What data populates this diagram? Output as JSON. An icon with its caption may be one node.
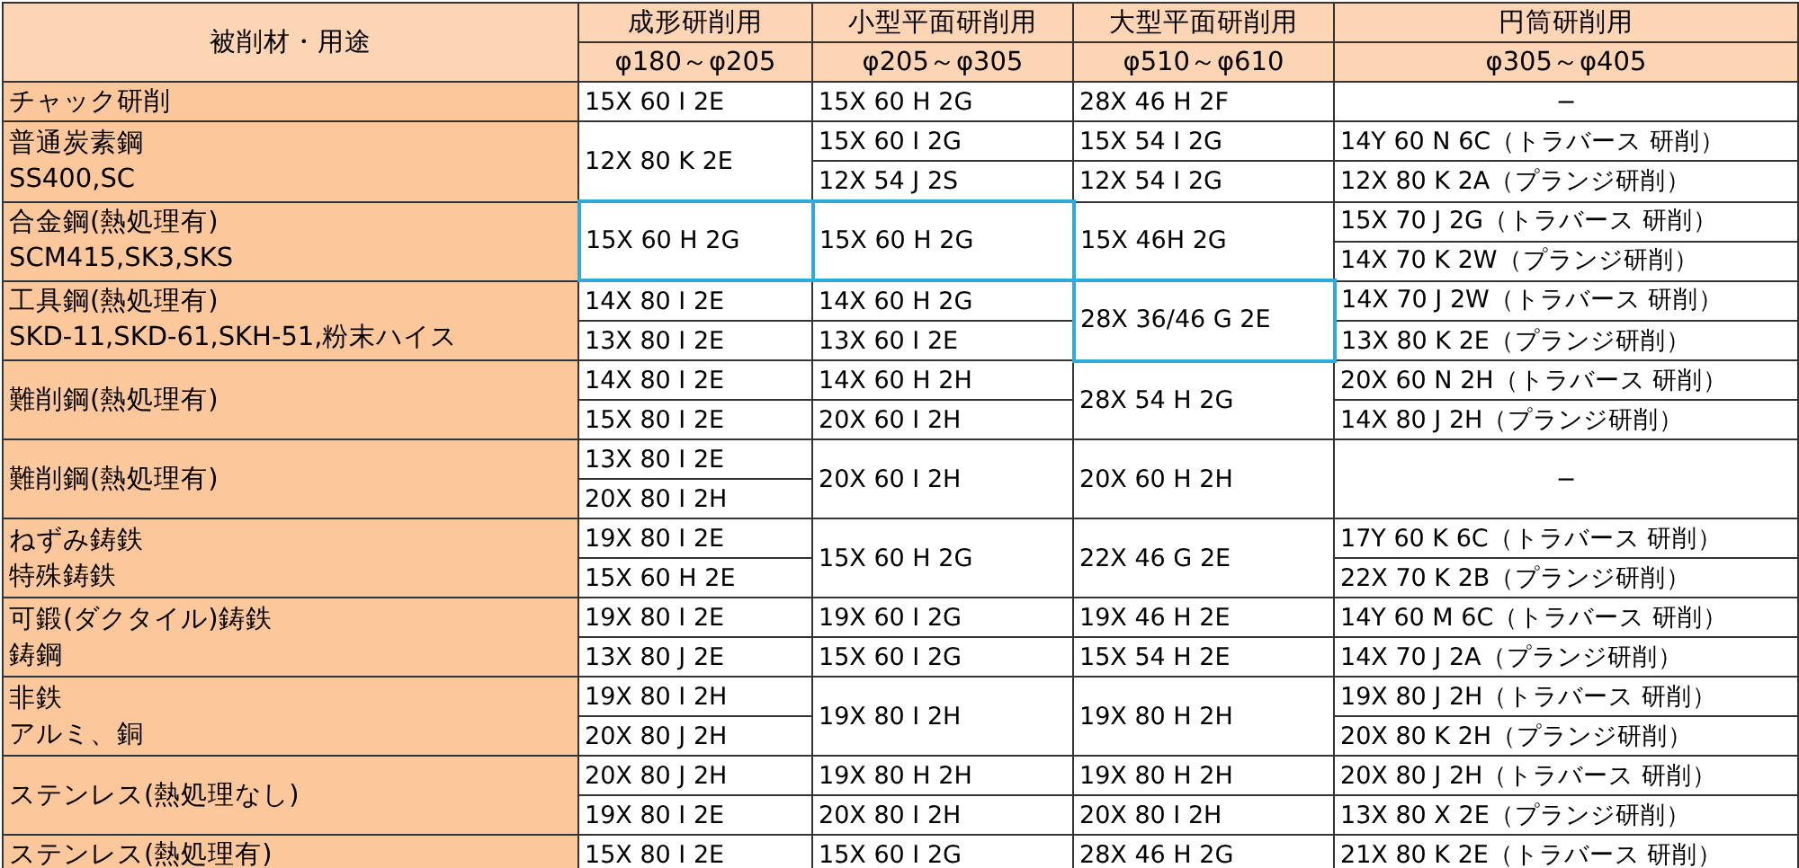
{
  "diagram": {
    "labels": [
      "被削材・用途",
      "成形研削用",
      "小型平面研削用",
      "大型平面研削用",
      "円筒研削用",
      "φ180～φ205",
      "φ205～φ305",
      "φ510～φ610",
      "φ305～φ405",
      "チャック研削",
      "15X 60 I 2E",
      "15X 60 H 2G",
      "28X 46 H 2F",
      "−",
      "普通炭素鋼",
      "SS400,SC",
      "12X 80 K 2E",
      "15X 60 I 2G",
      "15X 54 I 2G",
      "14Y 60 N 6C（トラバース 研削）",
      "12X 54 J 2S",
      "12X 54 I 2G",
      "12X 80 K 2A（プランジ研削）",
      "合金鋼(熱処理有)",
      "SCM415,SK3,SKS",
      "15X 60 H 2G",
      "15X 60 H 2G",
      "15X 46H 2G",
      "15X 70 J 2G（トラバース 研削）",
      "14X 70 K 2W（プランジ研削）",
      "工具鋼(熱処理有)",
      "SKD-11,SKD-61,SKH-51,粉末ハイス",
      "14X 80 I 2E",
      "14X 60 H 2G",
      "28X 36/46 G 2E",
      "14X 70 J 2W（トラバース 研削）",
      "13X 80 I 2E",
      "13X 60 I 2E",
      "13X 80 K 2E（プランジ研削）",
      "難削鋼(熱処理有)",
      "14X 80 I 2E",
      "14X 60 H 2H",
      "28X 54 H 2G",
      "20X 60 N 2H（トラバース 研削）",
      "15X 80 I 2E",
      "20X 60 I 2H",
      "14X 80 J 2H（プランジ研削）",
      "難削鋼(熱処理有)",
      "13X 80 I 2E",
      "20X 60 I 2H",
      "20X 60 H 2H",
      "−",
      "20X 80 I 2H",
      "ねずみ鋳鉄",
      "特殊鋳鉄",
      "19X 80 I 2E",
      "15X 60 H 2G",
      "22X 46 G 2E",
      "17Y 60 K 6C（トラバース 研削）",
      "15X 60 H 2E",
      "22X 70 K 2B（プランジ研削）",
      "可鍛(ダクタイル)鋳鉄",
      "鋳鋼",
      "19X 80 I 2E",
      "19X 60 I 2G",
      "19X 46 H 2E",
      "14Y 60 M 6C（トラバース 研削）",
      "13X 80 J 2E",
      "15X 60 I 2G",
      "15X 54 H 2E",
      "14X 70 J 2A（プランジ研削）",
      "非鉄",
      "アルミ、銅",
      "19X 80 I 2H",
      "19X 80 I 2H",
      "19X 80 H 2H",
      "19X 80 J 2H（トラバース 研削）",
      "20X 80 J 2H",
      "20X 80 K 2H（プランジ研削）",
      "ステンレス(熱処理なし)",
      "20X 80 J 2H",
      "19X 80 H 2H",
      "19X 80 H 2H",
      "20X 80 J 2H（トラバース 研削）",
      "19X 80 I 2E",
      "20X 80 I 2H",
      "20X 80 I 2H",
      "13X 80 X 2E（プランジ研削）",
      "ステンレス(熱処理有)",
      "15X 80 I 2E",
      "15X 60 I 2G",
      "28X 46 H 2G",
      "21X 80 K 2E（トラバース 研削）"
    ]
  }
}
